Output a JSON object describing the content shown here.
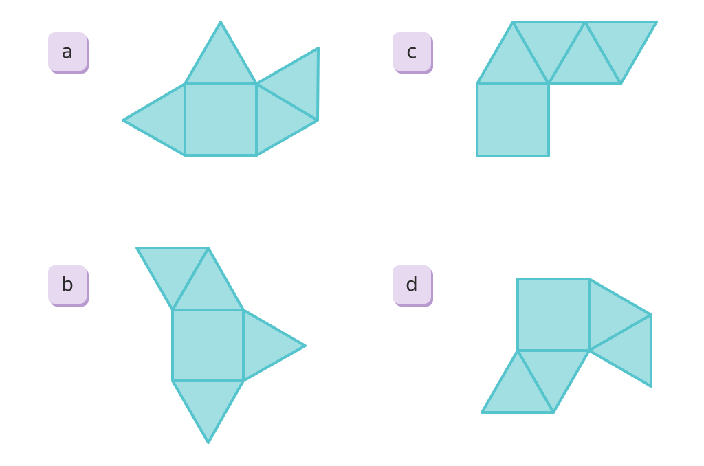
{
  "colors": {
    "fill": "#a2dfe3",
    "stroke": "#55c4cc",
    "badge_bg": "#e7d9ef",
    "badge_shadow": "#b79ad0"
  },
  "nets": [
    {
      "id": "a",
      "label": "a"
    },
    {
      "id": "b",
      "label": "b"
    },
    {
      "id": "c",
      "label": "c"
    },
    {
      "id": "d",
      "label": "d"
    }
  ]
}
